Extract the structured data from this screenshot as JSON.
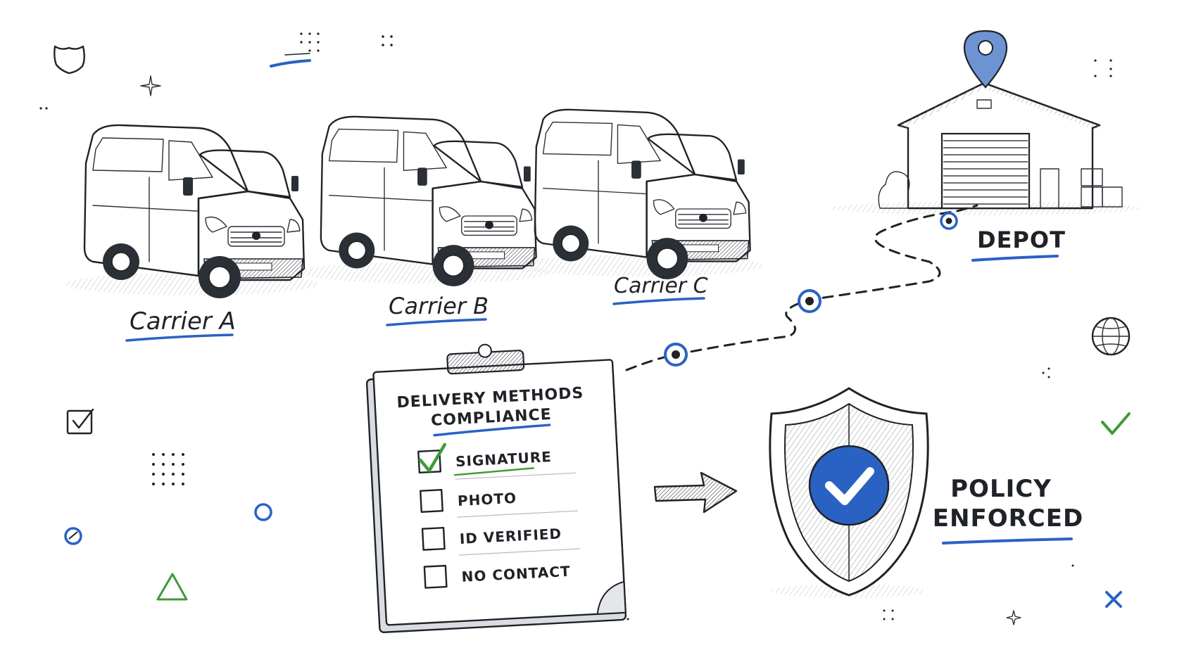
{
  "carriers": [
    {
      "label": "Carrier A"
    },
    {
      "label": "Carrier B"
    },
    {
      "label": "Carrier C"
    }
  ],
  "depot": {
    "label": "DEPOT"
  },
  "checklist": {
    "title_line1": "DELIVERY METHODS",
    "title_line2": "COMPLIANCE",
    "items": [
      {
        "label": "SIGNATURE",
        "checked": true
      },
      {
        "label": "PHOTO",
        "checked": false
      },
      {
        "label": "ID VERIFIED",
        "checked": false
      },
      {
        "label": "NO CONTACT",
        "checked": false
      }
    ]
  },
  "policy": {
    "line1": "POLICY",
    "line2": "ENFORCED"
  },
  "colors": {
    "accent_blue": "#2a62c4",
    "check_green": "#3f9a3a",
    "ink": "#1f2227",
    "pin_blue": "#6d93d3"
  },
  "icons": {
    "top_left": "shield-outline-icon",
    "right": "globe-icon",
    "left": "checkbox-icon",
    "right_check": "green-check-icon",
    "bottom_right": "blue-x-icon",
    "bottom_left": "green-triangle-icon",
    "depot_marker": "map-pin-icon",
    "shield_badge": "shield-check-icon"
  }
}
